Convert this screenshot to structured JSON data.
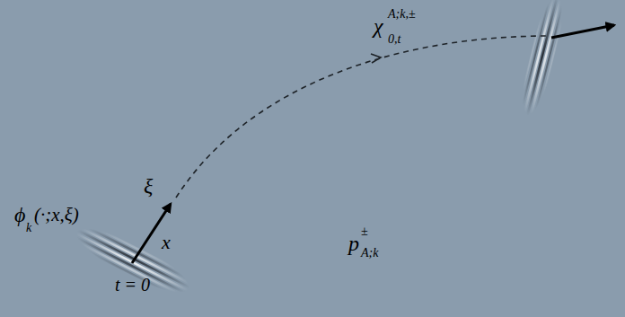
{
  "diagram": {
    "labels": [
      "χ",
      "A;k,±",
      "0,t",
      "ξ",
      "ϕ",
      "k",
      "(·;x,ξ)",
      "x",
      "t = 0",
      "p",
      "±",
      "A;k"
    ]
  }
}
